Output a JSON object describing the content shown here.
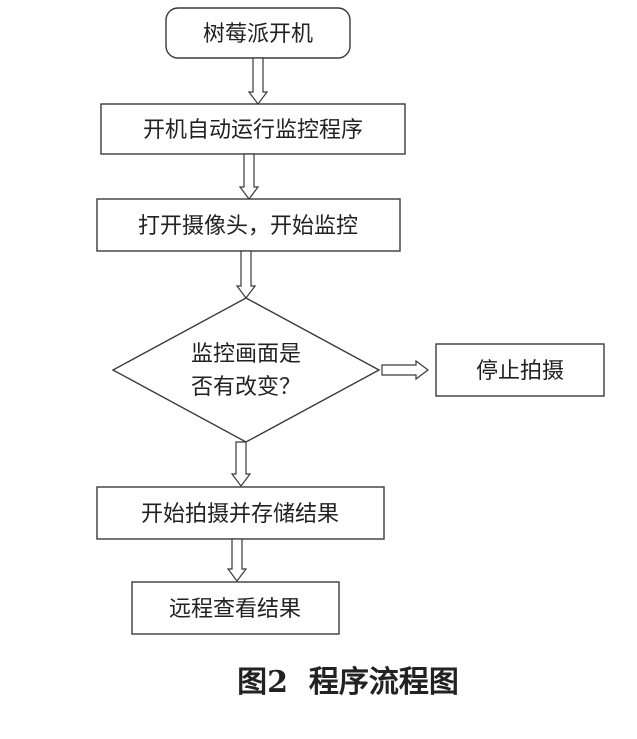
{
  "diagram": {
    "nodes": {
      "start": "树莓派开机",
      "autorun": "开机自动运行监控程序",
      "camera": "打开摄像头，开始监控",
      "decision_line1": "监控画面是",
      "decision_line2": "否有改变？",
      "stop": "停止拍摄",
      "capture": "开始拍摄并存储结果",
      "remote": "远程查看结果"
    },
    "caption": "图2  程序流程图"
  }
}
